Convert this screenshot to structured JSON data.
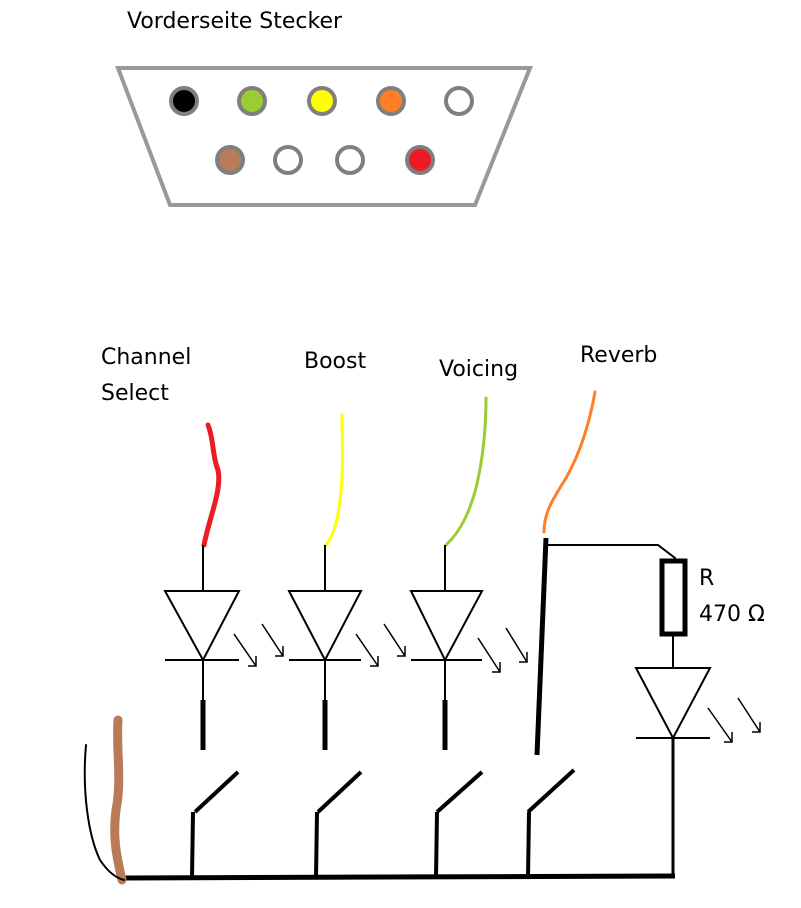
{
  "connector": {
    "title": "Vorderseite Stecker",
    "top_row_pins": [
      {
        "color": "#000000",
        "name": "black-pin"
      },
      {
        "color": "#9ACD32",
        "name": "green-pin"
      },
      {
        "color": "#FFFF00",
        "name": "yellow-pin"
      },
      {
        "color": "#FF7F27",
        "name": "orange-pin"
      },
      {
        "color": "#FFFFFF",
        "name": "empty-pin"
      }
    ],
    "bottom_row_pins": [
      {
        "color": "#B97A57",
        "name": "brown-pin"
      },
      {
        "color": "#FFFFFF",
        "name": "empty-pin"
      },
      {
        "color": "#FFFFFF",
        "name": "empty-pin"
      },
      {
        "color": "#ED1C24",
        "name": "red-pin"
      }
    ]
  },
  "circuit": {
    "channels": [
      {
        "line1": "Channel",
        "line2": "Select",
        "wire_color": "#ED1C24"
      },
      {
        "line1": "Boost",
        "line2": "",
        "wire_color": "#FFFF00"
      },
      {
        "line1": "Voicing",
        "line2": "",
        "wire_color": "#9ACD32"
      },
      {
        "line1": "Reverb",
        "line2": "",
        "wire_color": "#FF7F27"
      }
    ],
    "resistor": {
      "label": "R",
      "value": "470 Ω"
    },
    "ground_wire_color": "#B97A57"
  }
}
